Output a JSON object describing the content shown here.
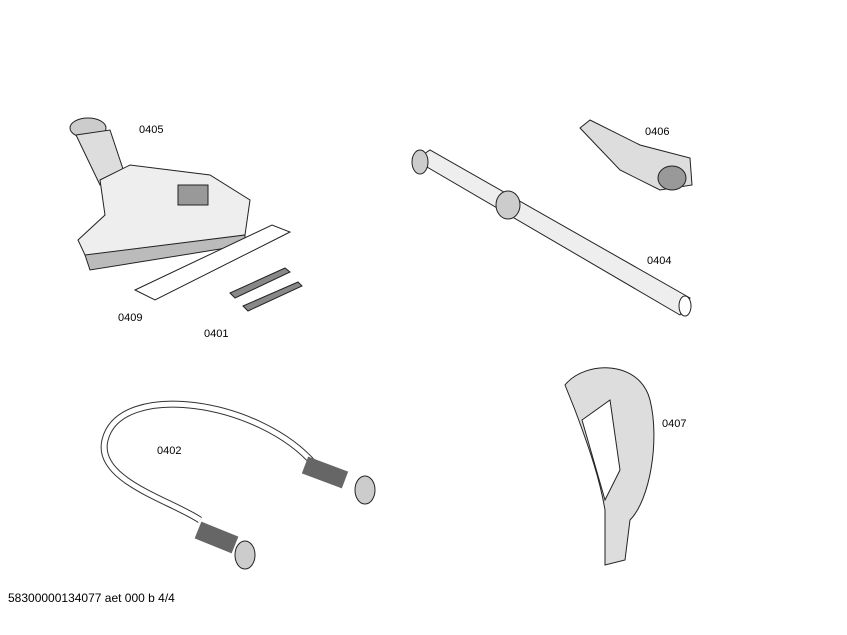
{
  "parts": [
    {
      "id": "0405",
      "name": "floor-nozzle"
    },
    {
      "id": "0406",
      "name": "crevice-tool"
    },
    {
      "id": "0404",
      "name": "telescopic-tube"
    },
    {
      "id": "0409",
      "name": "felt-strip"
    },
    {
      "id": "0401",
      "name": "brush-strips"
    },
    {
      "id": "0402",
      "name": "hose"
    },
    {
      "id": "0407",
      "name": "handle"
    }
  ],
  "footer": "58300000134077 aet 000 b 4/4"
}
